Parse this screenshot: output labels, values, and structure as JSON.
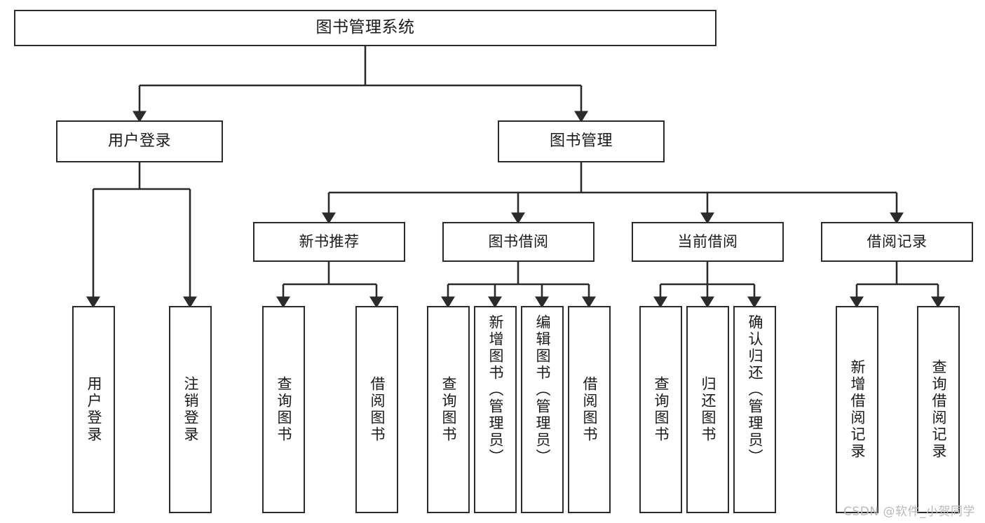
{
  "diagram": {
    "title": "图书管理系统",
    "type": "tree",
    "watermark": "CSDN @软件_小贺同学",
    "colors": {
      "box_border": "#2b2b2b",
      "box_fill": "#ffffff",
      "connector": "#2b2b2b",
      "watermark": "#b9b9b9",
      "background": "#ffffff"
    },
    "root": {
      "label": "图书管理系统"
    },
    "level2": [
      {
        "label": "用户登录"
      },
      {
        "label": "图书管理"
      }
    ],
    "level3": [
      {
        "label": "新书推荐"
      },
      {
        "label": "图书借阅"
      },
      {
        "label": "当前借阅"
      },
      {
        "label": "借阅记录"
      }
    ],
    "leaves": {
      "user_login": [
        {
          "label": "用户登录"
        },
        {
          "label": "注销登录"
        }
      ],
      "new_book": [
        {
          "label": "查询图书"
        },
        {
          "label": "借阅图书"
        }
      ],
      "book_borrow": [
        {
          "label": "查询图书"
        },
        {
          "label": "新增图书（管理员）"
        },
        {
          "label": "编辑图书（管理员）"
        },
        {
          "label": "借阅图书"
        }
      ],
      "current_borrow": [
        {
          "label": "查询图书"
        },
        {
          "label": "归还图书"
        },
        {
          "label": "确认归还（管理员）"
        }
      ],
      "borrow_record": [
        {
          "label": "新增借阅记录"
        },
        {
          "label": "查询借阅记录"
        }
      ]
    }
  }
}
